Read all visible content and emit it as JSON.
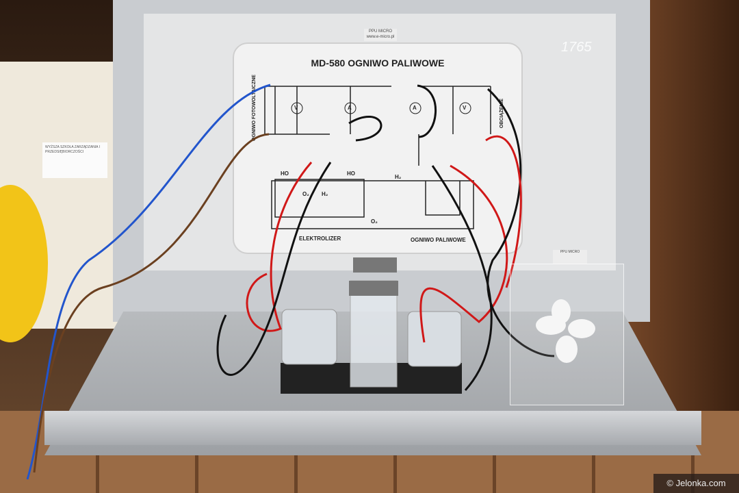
{
  "photo": {
    "panel_title": "MD-580 OGNIWO PALIWOWE",
    "maker_label_top": "PPU MICRO",
    "maker_url": "www.e-micro.pl",
    "maker_label_right": "PPU MICRO",
    "serial_number": "1765",
    "left_section_label": "OGNIWO FOTOWOLTAICZNE",
    "right_section_label": "OBCIĄŻENIE",
    "electrolyzer_label": "ELEKTROLIZER",
    "fuel_cell_label": "OGNIWO PALIWOWE",
    "water_label": "HO",
    "hydrogen_label": "H₂",
    "oxygen_label": "O₂",
    "voltmeter": "V",
    "ammeter": "A",
    "bag_sticker": "WYŻSZA SZKOŁA ZARZĄDZANIA I PRZEDSIĘBIORCZOŚCI",
    "watermark": "© Jelonka.com"
  }
}
